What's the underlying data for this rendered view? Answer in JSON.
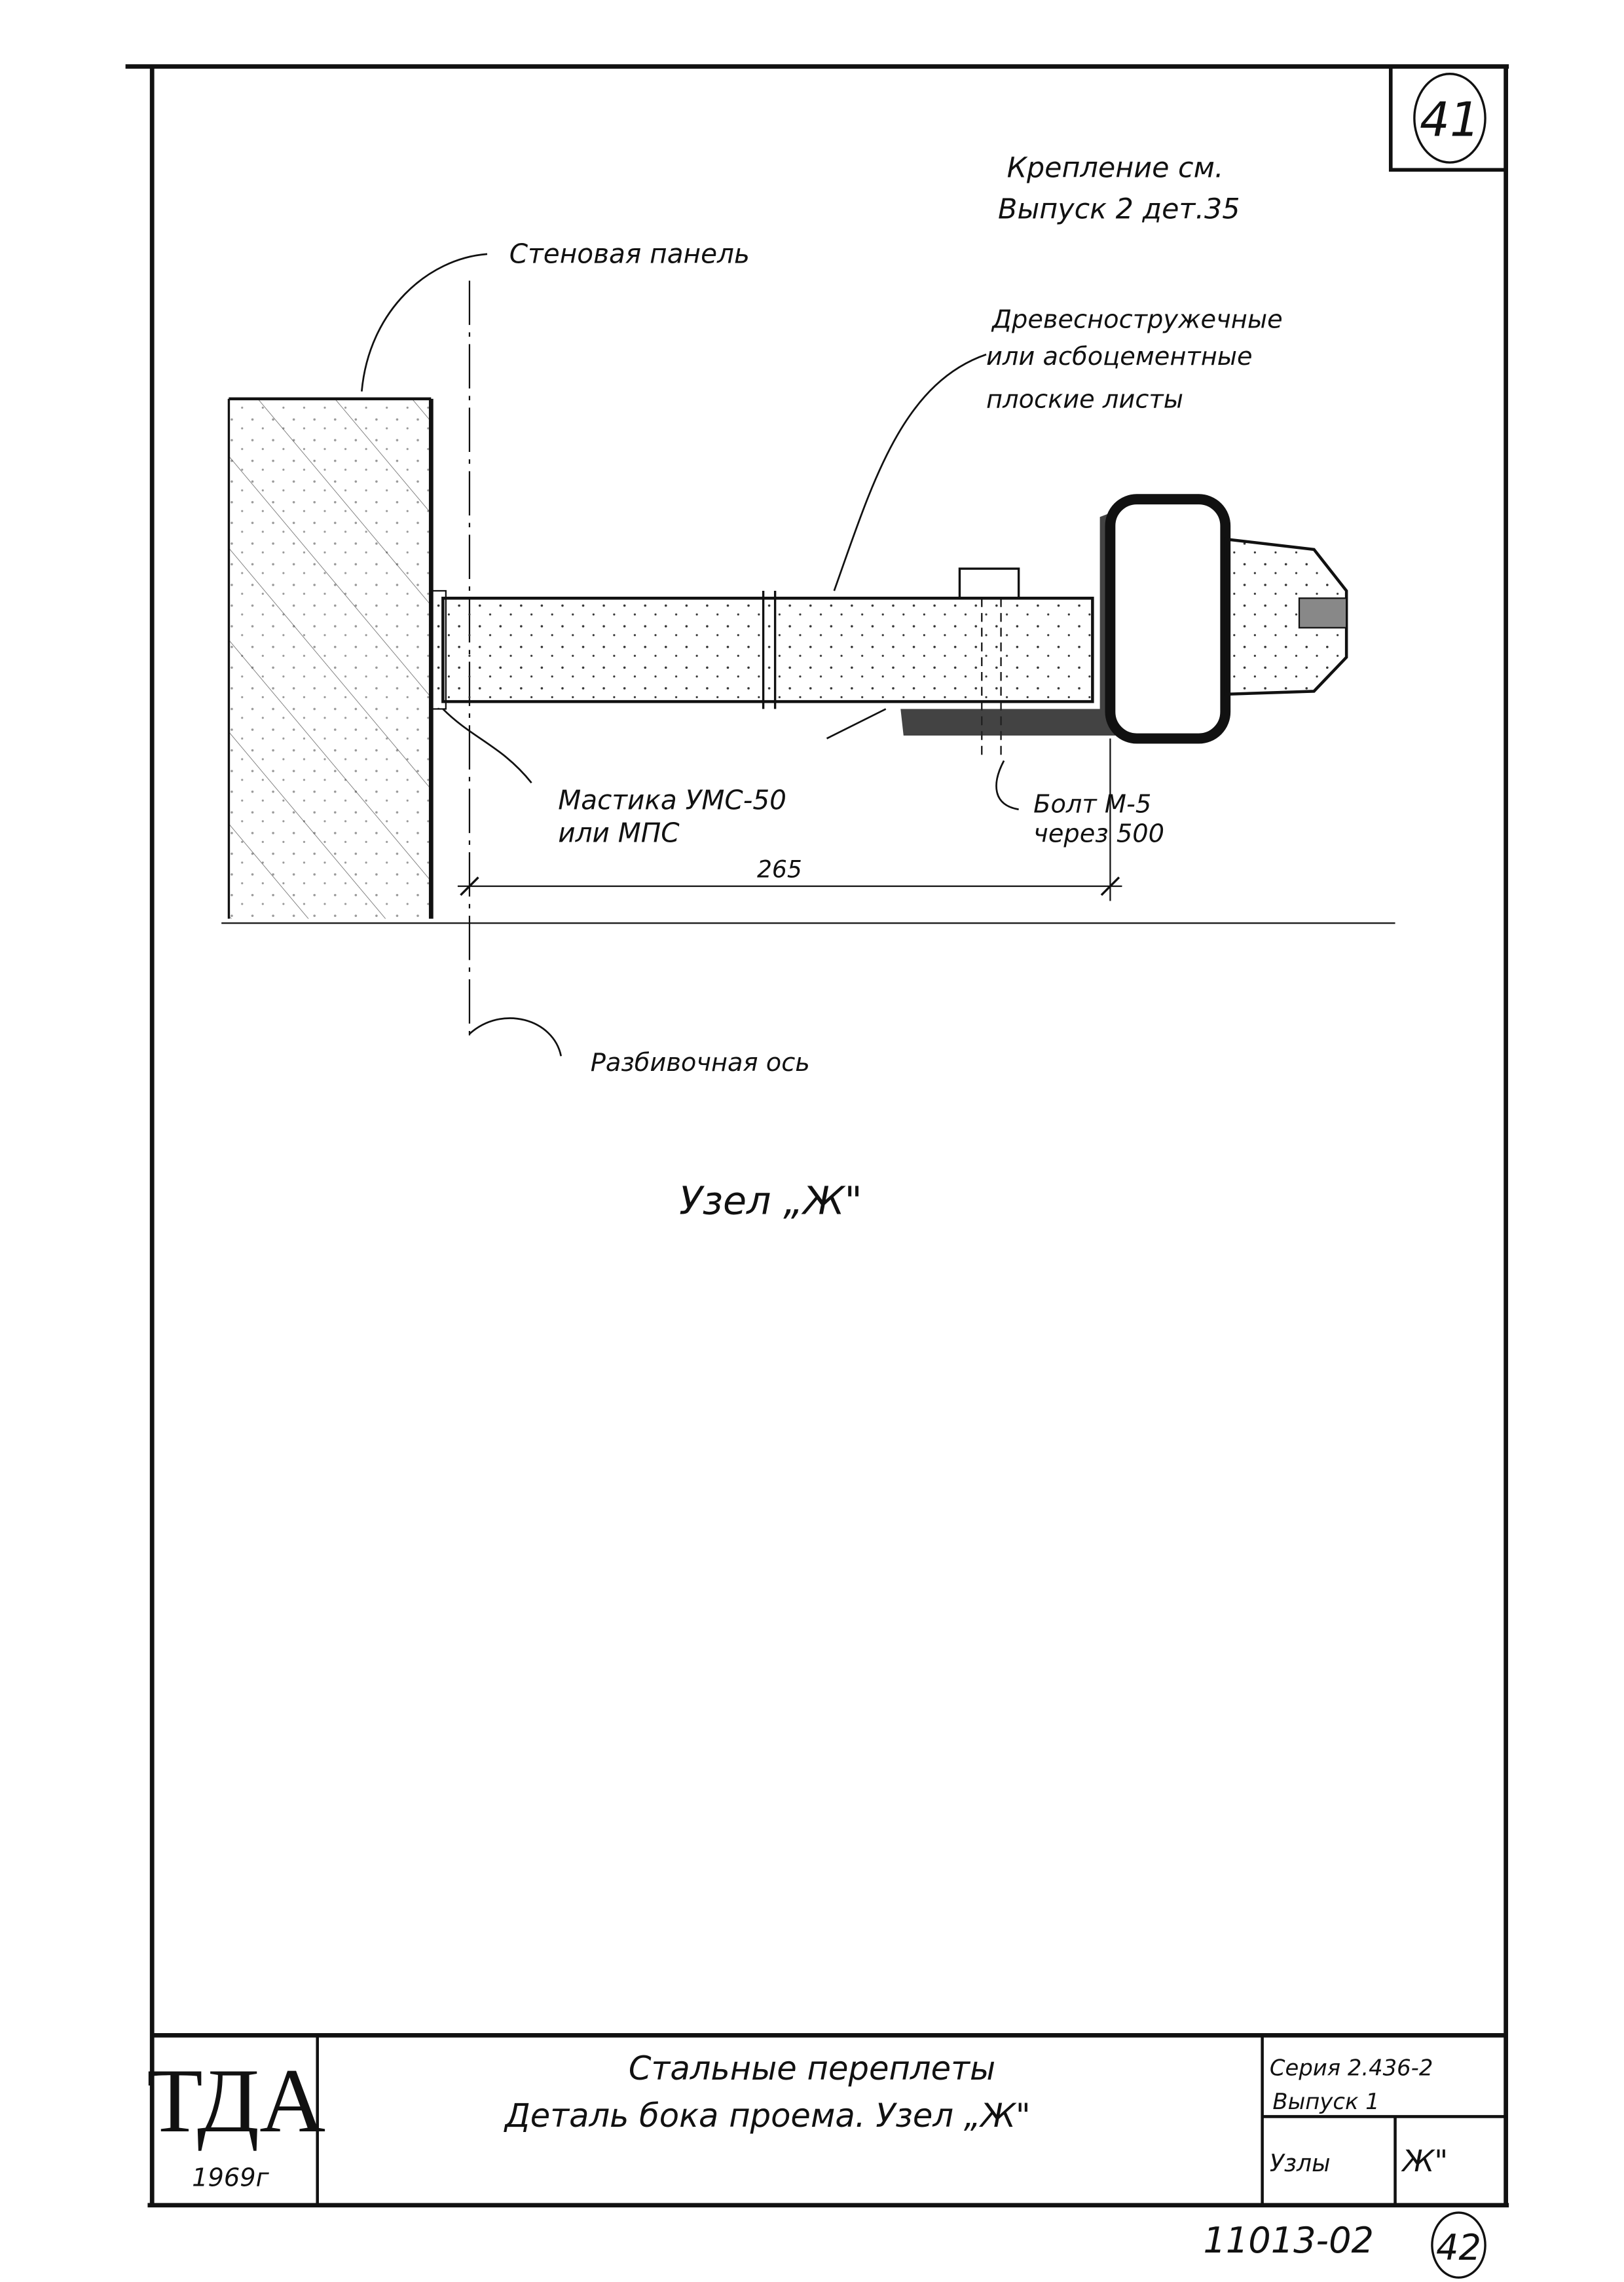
{
  "sheet_number": "41",
  "note_fastening": [
    "Крепление см.",
    "Выпуск 2 дет.35"
  ],
  "labels": {
    "wall_panel": "Стеновая панель",
    "sheets": [
      "Древесностружечные",
      "или асбоцементные",
      "плоские листы"
    ],
    "mastic": [
      "Мастика УМС-50",
      "или МПС"
    ],
    "bolt": [
      "Болт М-5",
      "через 500"
    ],
    "axis": "Разбивочная ось",
    "dimension": "265"
  },
  "detail_title": "Узел „Ж\"",
  "title_block": {
    "org": "ТДА",
    "year": "1969г",
    "title_line1": "Стальные переплеты",
    "title_line2": "Деталь бока проема. Узел „Ж\"",
    "series": "Серия 2.436-2",
    "issue": "Выпуск 1",
    "section": "Узлы",
    "node": "Ж\""
  },
  "drawing_code": "11013-02",
  "page_number": "42"
}
